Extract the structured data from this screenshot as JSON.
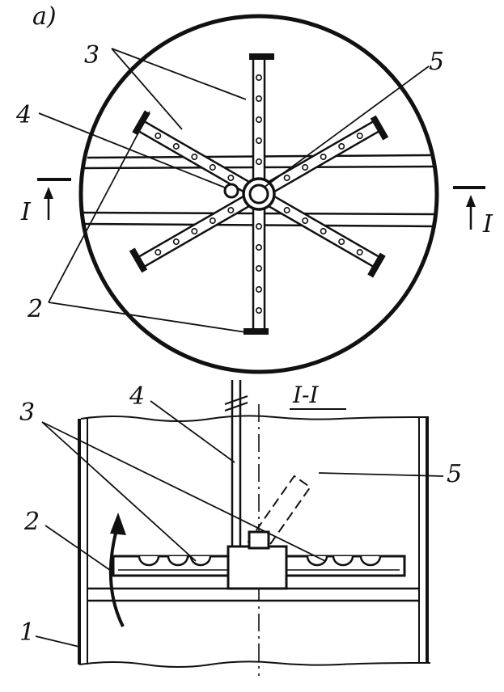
{
  "figure": {
    "panel_label": "a)",
    "section_label": "I-I",
    "section_mark_left": "I",
    "section_mark_right": "I"
  },
  "callouts": {
    "top_3": "3",
    "top_4": "4",
    "top_5": "5",
    "top_2": "2",
    "bottom_3": "3",
    "bottom_4": "4",
    "bottom_5": "5",
    "bottom_2": "2",
    "bottom_1": "1"
  },
  "colors": {
    "ink": "#111111",
    "paper": "#ffffff"
  }
}
